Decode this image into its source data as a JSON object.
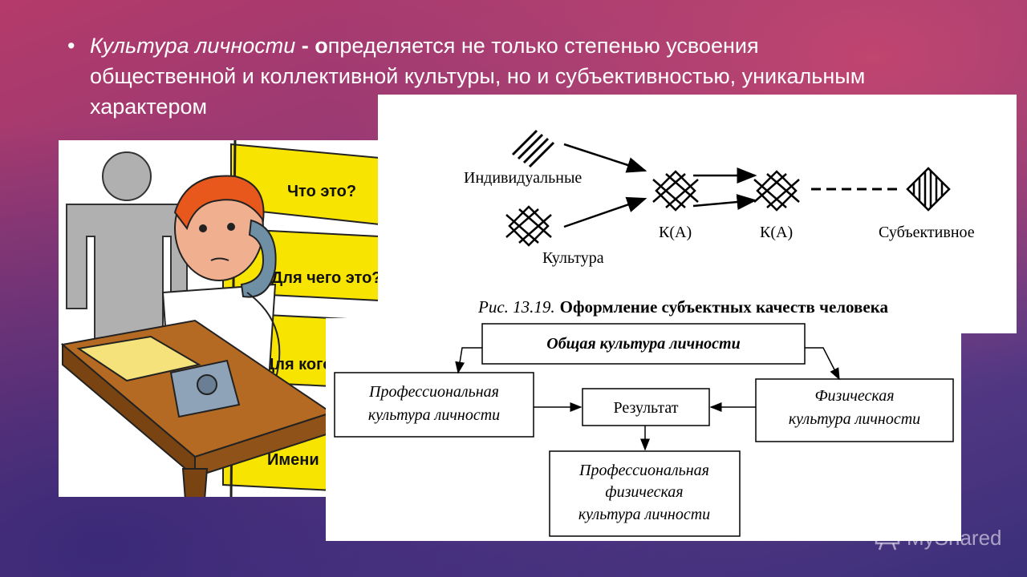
{
  "slide": {
    "bullet_symbol": "•",
    "term": "Культура личности",
    "dash": " - о",
    "definition": "пределяется не только степенью усвоения общественной и коллективной культуры, но и субъективностью, уникальным характером"
  },
  "clipart": {
    "sign_labels": [
      "Что это?",
      "Для чего это?",
      "Для кого?",
      "Имени"
    ]
  },
  "top_diagram": {
    "label_individual": "Индивидуальные",
    "label_culture": "Культура",
    "label_ka1": "К(А)",
    "label_ka2": "К(А)",
    "label_subjective": "Субъективное",
    "caption_prefix": "Рис. 13.19.",
    "caption_text": "Оформление субъектных качеств человека"
  },
  "bottom_diagram": {
    "top_box": "Общая культура личности",
    "left_box_line1": "Профессиональная",
    "left_box_line2": "культура личности",
    "center_box": "Результат",
    "right_box_line1": "Физическая",
    "right_box_line2": "культура личности",
    "bottom_box_line1": "Профессиональная",
    "bottom_box_line2": "физическая",
    "bottom_box_line3": "культура личности"
  },
  "watermark": {
    "text": "MyShared"
  },
  "colors": {
    "sign_yellow": "#f7e400",
    "desk_brown": "#9a5a1a",
    "figure_gray": "#b0b0b0"
  }
}
